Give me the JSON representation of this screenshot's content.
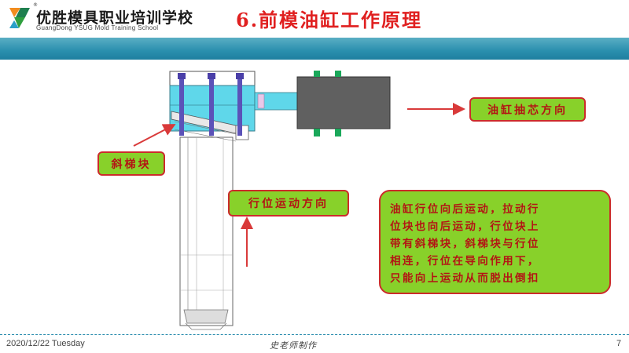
{
  "header": {
    "school_name": "优胜模具职业培训学校",
    "school_subtitle": "GuangDong YSUG Mold Training School",
    "registered_mark": "®",
    "slide_title": "6.前模油缸工作原理"
  },
  "labels": {
    "cylinder_direction": "油缸抽芯方向",
    "wedge_block": "斜梯块",
    "slide_direction": "行位运动方向"
  },
  "note": {
    "lines": [
      "油缸行位向后运动，拉动行",
      "位块也向后运动，行位块上",
      "带有斜梯块，斜梯块与行位",
      "相连，行位在导向作用下，",
      "只能向上运动从而脱出倒扣"
    ]
  },
  "footer": {
    "date": "2020/12/22 Tuesday",
    "author": "史老师制作",
    "page": "7"
  },
  "colors": {
    "title": "#e02020",
    "band": "#2a8fae",
    "label_fill": "#88d12a",
    "label_border": "#cc2b2b",
    "label_text": "#b31414",
    "arrow": "#d93a3a",
    "water_blue": "#5fd7ea",
    "bolt_purple": "#4a3fa8",
    "cylinder_gray": "#606060",
    "cylinder_fitting": "#1aa85a"
  }
}
